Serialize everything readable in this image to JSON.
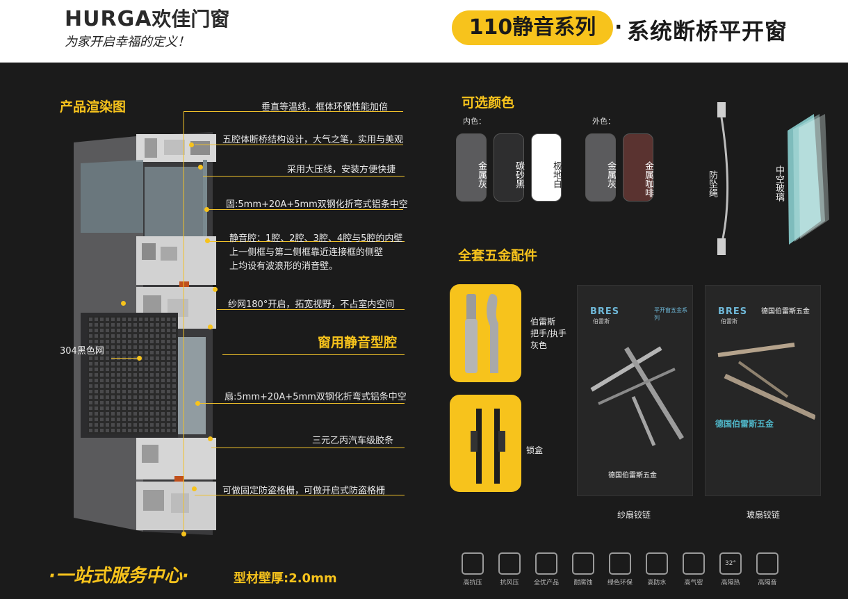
{
  "header": {
    "logo_text": "HURGA",
    "logo_cn": "欢佳门窗",
    "slogan": "为家开启幸福的定义！",
    "title_pill": "110静音系列",
    "title_dot": "·",
    "title_right": "系统断桥平开窗"
  },
  "render": {
    "section_title": "产品渲染图",
    "annotations": [
      "垂直等温线，框体环保性能加倍",
      "五腔体断桥结构设计，大气之笔，实用与美观",
      "采用大压线，安装方便快捷",
      "固:5mm+20A+5mm双钢化折弯式铝条中空",
      "静音腔：1腔、2腔、3腔、4腔与5腔的内壁",
      "上一侧框与第二侧框靠近连接框的侧壁",
      "上均设有波浪形的消音壁。",
      "纱网180°开启，拓宽视野，不占室内空间",
      "窗用静音型腔",
      "扇:5mm+20A+5mm双钢化折弯式铝条中空",
      "三元乙丙汽车级胶条",
      "可做固定防盗格栅，可做开启式防盗格栅"
    ],
    "mesh_label": "304黑色网"
  },
  "colors": {
    "section_title": "可选颜色",
    "inner_label": "内色：",
    "outer_label": "外色：",
    "inner": [
      {
        "name": "金属灰",
        "bg": "#5b5b5d",
        "fg": "#ffffff"
      },
      {
        "name": "碳砂黑",
        "bg": "#2e2e2f",
        "fg": "#ffffff"
      },
      {
        "name": "极地白",
        "bg": "#ffffff",
        "fg": "#222222"
      }
    ],
    "outer": [
      {
        "name": "金属灰",
        "bg": "#5b5b5d",
        "fg": "#ffffff"
      },
      {
        "name": "金属咖啡",
        "bg": "#5a3330",
        "fg": "#ffffff"
      }
    ],
    "fall_rope": "防坠绳",
    "hollow_glass": "中空玻璃"
  },
  "hardware": {
    "section_title": "全套五金配件",
    "handle_label": "伯雷斯\n把手/执手\n灰色",
    "lock_label": "锁盒",
    "poster1": {
      "brand": "BRES",
      "brand_cn": "伯雷斯",
      "series": "平开窗五金系列",
      "bottom": "德国伯雷斯五金",
      "caption": "纱扇铰链"
    },
    "poster2": {
      "brand": "BRES",
      "brand_cn": "伯雷斯",
      "top": "德国伯雷斯五金",
      "middle": "德国伯雷斯五金",
      "caption": "玻扇铰链"
    }
  },
  "footer": {
    "service": "·一站式服务中心·",
    "thickness": "型材壁厚:2.0mm"
  },
  "features": [
    {
      "label": "高抗压",
      "icon": "pressure-icon"
    },
    {
      "label": "抗风压",
      "icon": "wind-pressure-icon"
    },
    {
      "label": "全优产品",
      "icon": "check-icon"
    },
    {
      "label": "耐腐蚀",
      "icon": "skull-icon"
    },
    {
      "label": "绿色环保",
      "icon": "leaf-icon"
    },
    {
      "label": "高防水",
      "icon": "rain-icon"
    },
    {
      "label": "高气密",
      "icon": "airtight-icon"
    },
    {
      "label": "高隔热",
      "icon": "thermometer-icon"
    },
    {
      "label": "高隔音",
      "icon": "speaker-mute-icon"
    }
  ],
  "feature_temp": "32°"
}
